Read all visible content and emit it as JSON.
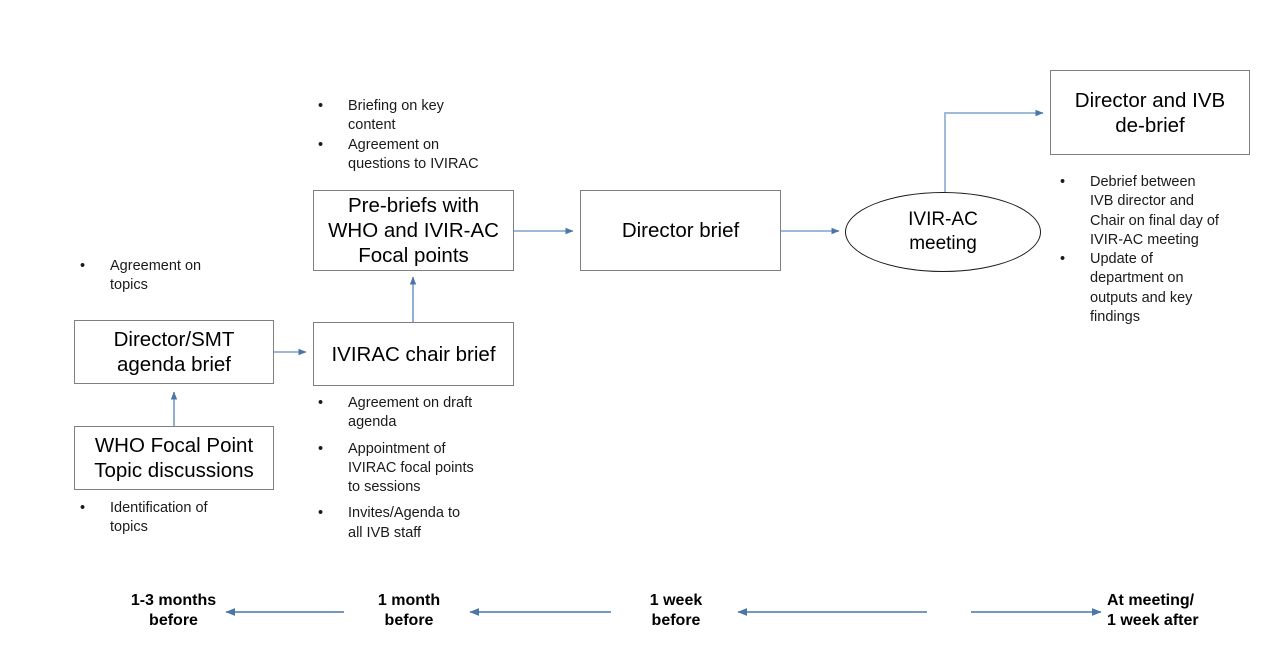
{
  "diagram": {
    "title": "IVIR-AC meeting process flow",
    "accent_arrow_color": "#4a77a8",
    "box_border_color": "#7f7f7f",
    "ellipse_border_color": "#1a1a1a",
    "text_color": "#000000"
  },
  "nodes": {
    "who_focal_point": {
      "label": "WHO Focal Point\nTopic discussions",
      "shape": "rect"
    },
    "director_smt": {
      "label": "Director/SMT\nagenda brief",
      "shape": "rect"
    },
    "ivirac_chair": {
      "label": "IVIRAC chair brief",
      "shape": "rect"
    },
    "pre_briefs": {
      "label": "Pre-briefs with\nWHO and IVIR-AC\nFocal points",
      "shape": "rect"
    },
    "director_brief": {
      "label": "Director brief",
      "shape": "rect"
    },
    "ivirac_meeting": {
      "label": "IVIR-AC\nmeeting",
      "shape": "ellipse"
    },
    "director_ivb_debrief": {
      "label": "Director and IVB\nde-brief",
      "shape": "rect"
    }
  },
  "annotations": {
    "pre_briefs_bullets": {
      "items": [
        "Briefing on key\ncontent",
        "Agreement on\nquestions to IVIRAC"
      ]
    },
    "director_smt_bullets": {
      "items": [
        "Agreement on\ntopics"
      ]
    },
    "ivirac_chair_bullets": {
      "items": [
        "Agreement on draft\nagenda",
        "Appointment of\nIVIRAC focal points\nto sessions",
        "Invites/Agenda to\nall IVB staff"
      ]
    },
    "who_focal_point_bullets": {
      "items": [
        "Identification of\ntopics"
      ]
    },
    "debrief_bullets": {
      "items": [
        "Debrief between\nIVB director and\nChair on final day of\nIVIR-AC meeting",
        "Update of\ndepartment on\noutputs and key\nfindings"
      ]
    },
    "bullet_glyph": "•"
  },
  "timeline": {
    "labels": [
      "1-3 months\nbefore",
      "1 month\nbefore",
      "1 week\nbefore",
      "At meeting/\n1 week after"
    ]
  }
}
